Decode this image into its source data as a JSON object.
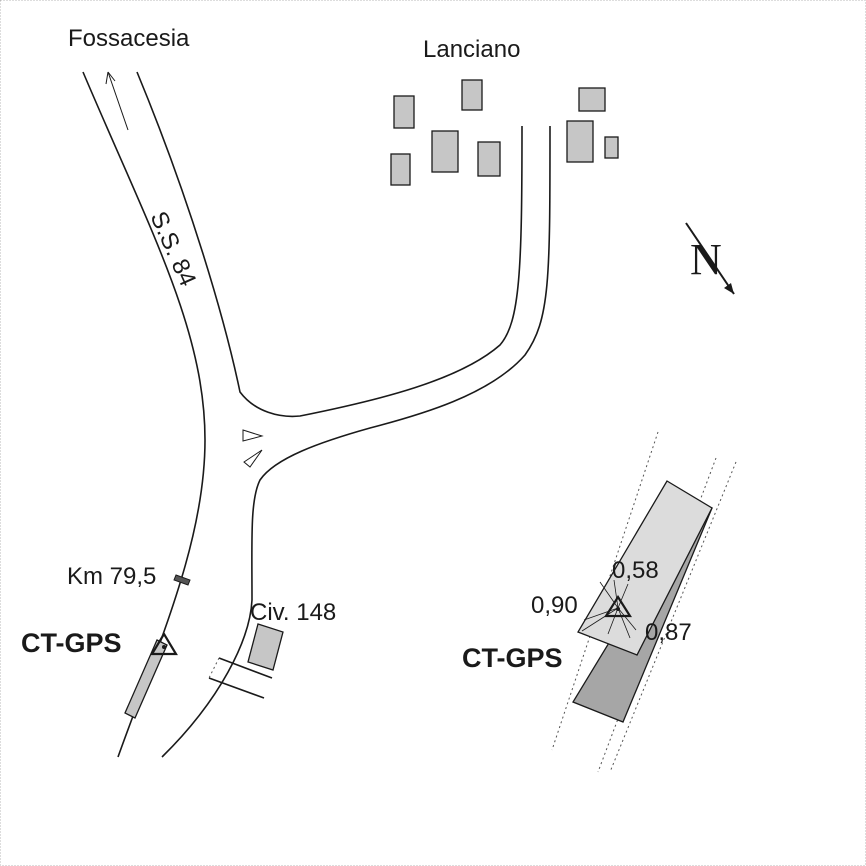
{
  "places": {
    "fossacesia": "Fossacesia",
    "lanciano": "Lanciano"
  },
  "road": {
    "name": "S.S. 84",
    "km_marker": "Km 79,5",
    "civic": "Civ. 148"
  },
  "station": {
    "name_left": "CT-GPS",
    "name_detail": "CT-GPS",
    "distances": [
      "0,58",
      "0,90",
      "0,87"
    ]
  },
  "north_symbol": "N",
  "colors": {
    "building_fill": "#c6c6c6",
    "building_dark": "#a6a6a6",
    "slab_fill": "#dcdcdc",
    "line": "#1a1a1a"
  },
  "icons": [
    "north-arrow-icon",
    "gps-station-triangle-icon",
    "direction-arrow-icon"
  ]
}
